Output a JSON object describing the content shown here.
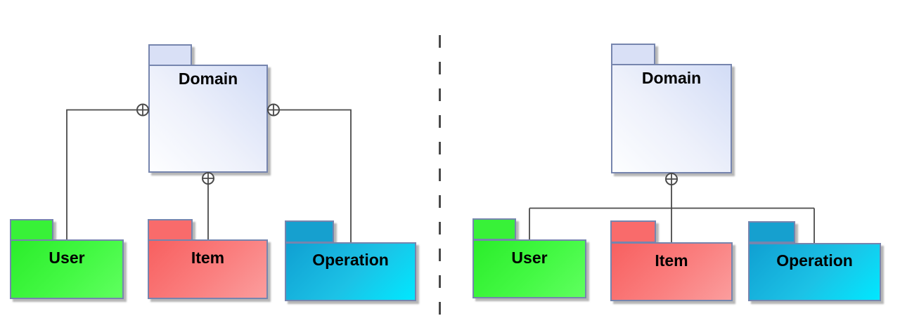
{
  "packages": {
    "domain": {
      "label": "Domain",
      "tab_color": "#d9e0f6",
      "body_gradient": [
        "#d2dcf6",
        "#fdfeff"
      ]
    },
    "user": {
      "label": "User",
      "tab_color": "#38f138",
      "body_gradient": [
        "#2bed2b",
        "#5fff5f"
      ]
    },
    "item": {
      "label": "Item",
      "tab_color": "#f96b6b",
      "body_gradient": [
        "#f86060",
        "#fb9d9d"
      ]
    },
    "operation": {
      "label": "Operation",
      "tab_color": "#16a0cf",
      "body_gradient": [
        "#10a0d2",
        "#00e8ff"
      ]
    }
  },
  "connectors": {
    "containment_symbol": "⊕",
    "line_color": "#4a4a4a"
  },
  "divider": {
    "style": "dashed",
    "color": "#4a4a4a"
  },
  "colors": {
    "package_border": "#7685ae",
    "shadow": "#7a7a7a",
    "label_text": "#000000",
    "background": "#ffffff"
  }
}
